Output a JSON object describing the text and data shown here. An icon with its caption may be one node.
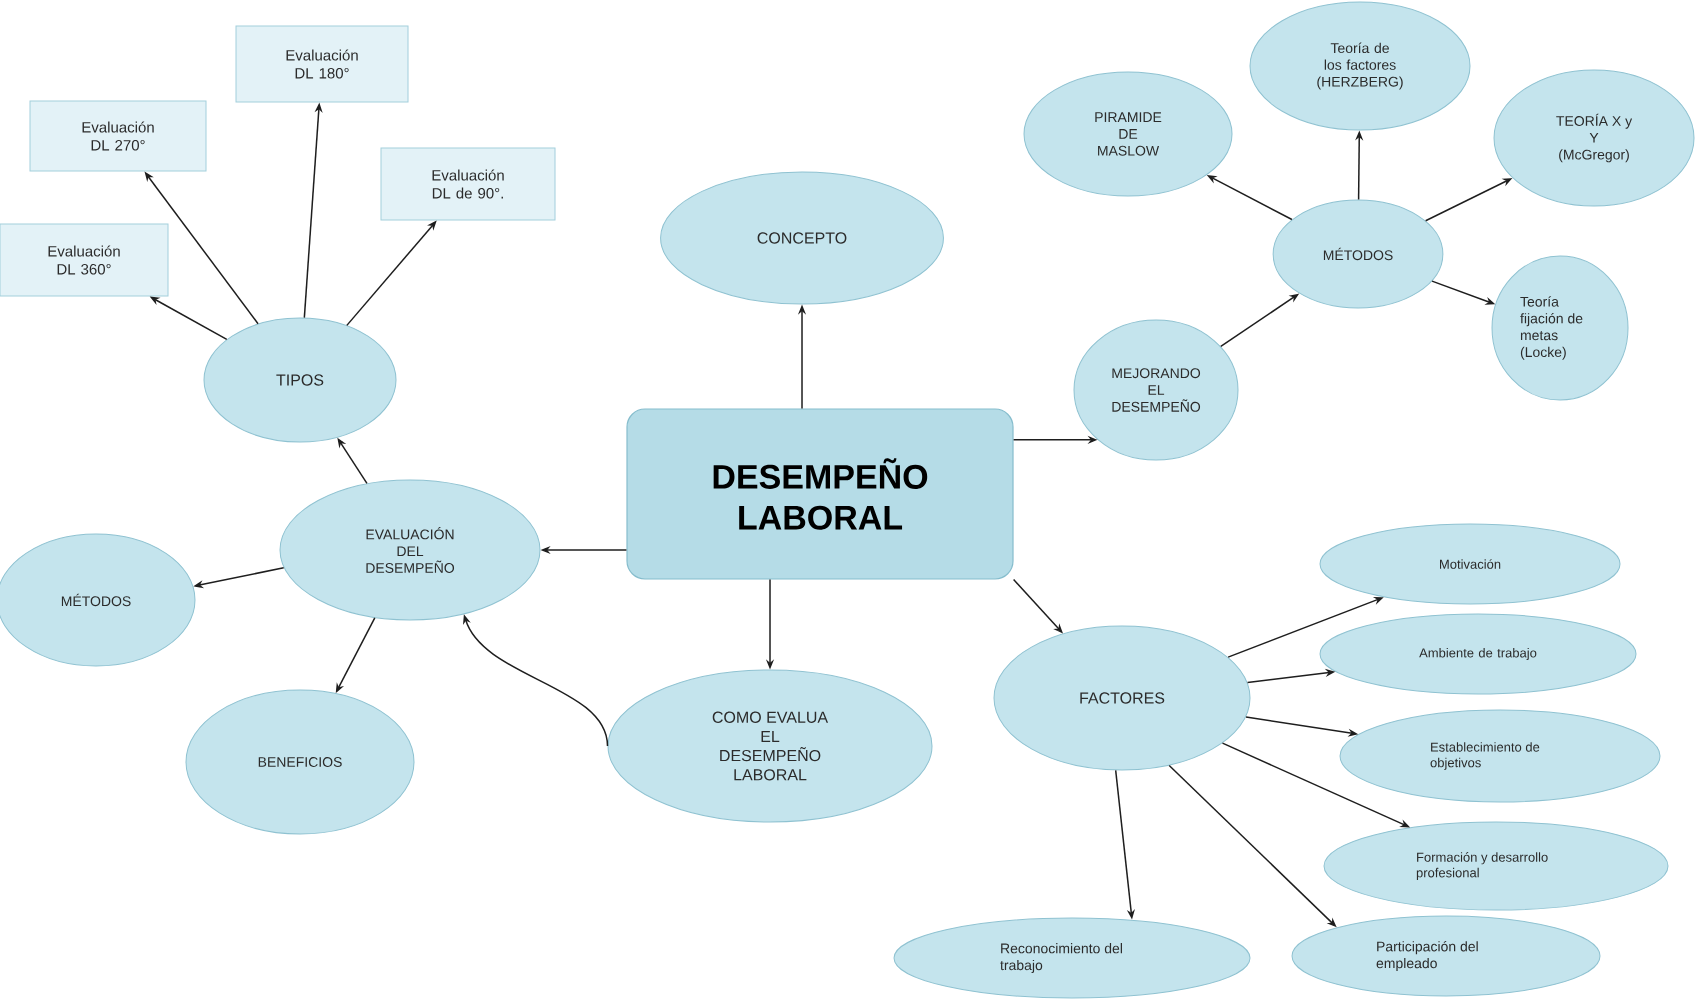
{
  "diagram": {
    "nodes": [
      {
        "text": [
          "DESEMPEÑO LABORAL"
        ]
      },
      {
        "text": [
          "CONCEPTO"
        ]
      },
      {
        "text": [
          "EVALUACIÓN DEL DESEMPEÑO"
        ]
      },
      {
        "text": [
          "TIPOS"
        ]
      },
      {
        "text": [
          "Evaluación DL 360°"
        ]
      },
      {
        "text": [
          "Evaluación DL 270°"
        ]
      },
      {
        "text": [
          "Evaluación DL 180°"
        ]
      },
      {
        "text": [
          "Evaluación DL de 90°."
        ]
      },
      {
        "text": [
          "MÉTODOS"
        ]
      },
      {
        "text": [
          "BENEFICIOS"
        ]
      },
      {
        "text": [
          "COMO EVALUA EL DESEMPEÑO LABORAL"
        ]
      },
      {
        "text": [
          "MEJORANDO EL DESEMPEÑO"
        ]
      },
      {
        "text": [
          "MÉTODOS"
        ]
      },
      {
        "text": [
          "PIRAMIDE DE MASLOW"
        ]
      },
      {
        "text": [
          "Teoría de los factores (HERZBERG)"
        ]
      },
      {
        "text": [
          "TEORÍA X y Y (McGregor)"
        ]
      },
      {
        "text": [
          "Teoría fijación de metas (Locke)"
        ]
      },
      {
        "text": [
          "FACTORES"
        ]
      },
      {
        "text": [
          "Motivación"
        ]
      },
      {
        "text": [
          "Ambiente de trabajo"
        ]
      },
      {
        "text": [
          "Establecimiento de objetivos"
        ]
      },
      {
        "text": [
          "Formación y desarrollo profesional"
        ]
      },
      {
        "text": [
          "Participación del empleado"
        ]
      },
      {
        "text": [
          "Reconocimiento del trabajo"
        ]
      }
    ],
    "edges": [
      {
        "from": 0,
        "to": 1,
        "arrow": "to"
      },
      {
        "from": 0,
        "to": 2,
        "arrow": "to"
      },
      {
        "from": 0,
        "to": 10,
        "arrow": "to"
      },
      {
        "from": 0,
        "to": 11,
        "arrow": "to"
      },
      {
        "from": 0,
        "to": 17,
        "arrow": "to"
      },
      {
        "from": 2,
        "to": 3,
        "arrow": "to"
      },
      {
        "from": 2,
        "to": 8,
        "arrow": "to"
      },
      {
        "from": 2,
        "to": 9,
        "arrow": "to"
      },
      {
        "from": 10,
        "to": 2,
        "arrow": "to"
      },
      {
        "from": 3,
        "to": 4,
        "arrow": "to"
      },
      {
        "from": 3,
        "to": 5,
        "arrow": "to"
      },
      {
        "from": 3,
        "to": 6,
        "arrow": "to"
      },
      {
        "from": 3,
        "to": 7,
        "arrow": "to"
      },
      {
        "from": 11,
        "to": 12,
        "arrow": "to"
      },
      {
        "from": 12,
        "to": 13,
        "arrow": "to"
      },
      {
        "from": 12,
        "to": 14,
        "arrow": "to"
      },
      {
        "from": 12,
        "to": 15,
        "arrow": "to"
      },
      {
        "from": 12,
        "to": 16,
        "arrow": "to"
      },
      {
        "from": 17,
        "to": 18,
        "arrow": "to"
      },
      {
        "from": 17,
        "to": 19,
        "arrow": "to"
      },
      {
        "from": 17,
        "to": 20,
        "arrow": "to"
      },
      {
        "from": 17,
        "to": 21,
        "arrow": "to"
      },
      {
        "from": 17,
        "to": 22,
        "arrow": "to"
      },
      {
        "from": 17,
        "to": 23,
        "arrow": "to"
      }
    ]
  }
}
